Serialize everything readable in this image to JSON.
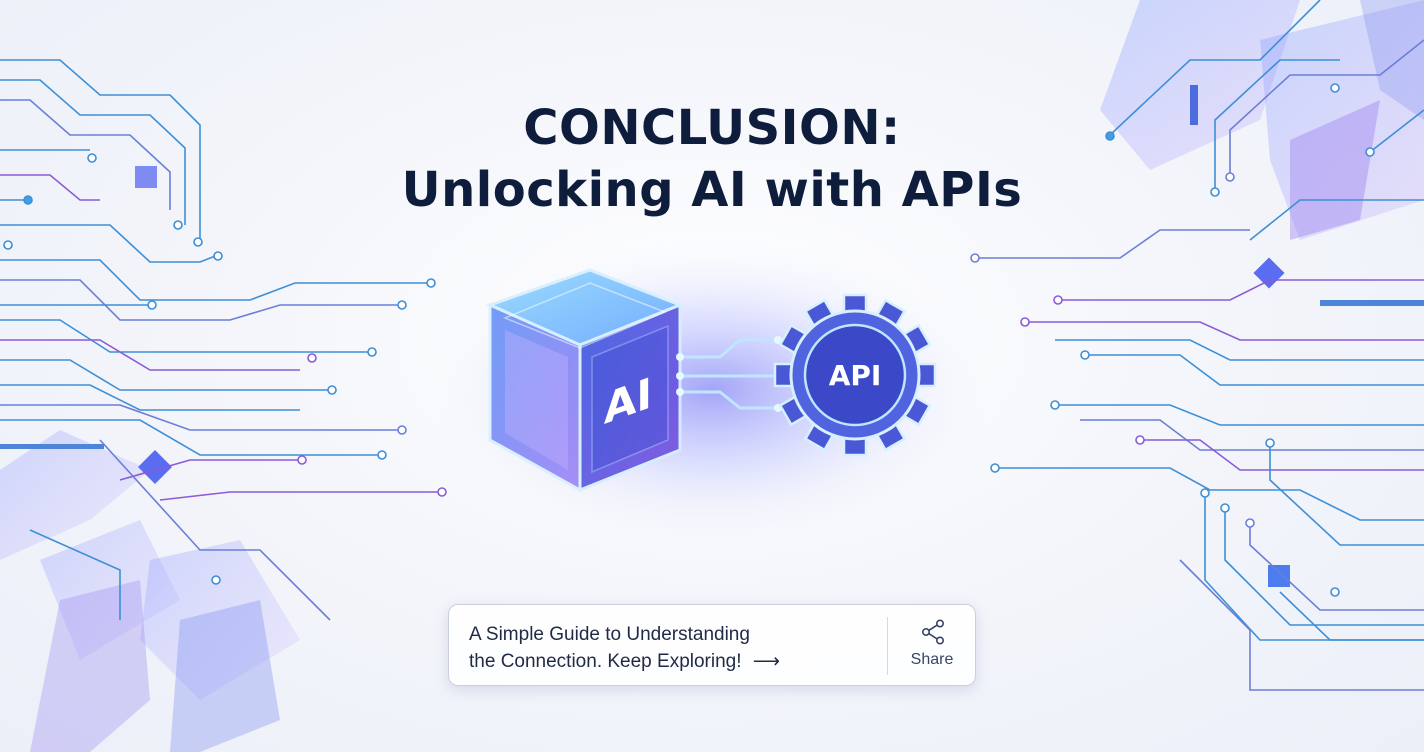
{
  "heading": {
    "line1": "CONCLUSION:",
    "line2": "Unlocking AI with APIs"
  },
  "illustration": {
    "cube_label": "AI",
    "gear_label": "API"
  },
  "card": {
    "text_line1": "A Simple Guide to Understanding",
    "text_line2": "the Connection. Keep Exploring!",
    "arrow": "⟶",
    "share_label": "Share",
    "share_icon": "share-icon"
  },
  "colors": {
    "title": "#0f1d3d",
    "circuit_blue": "#3d8fd6",
    "circuit_purple": "#8a5bd6",
    "glow": "#6a7cff"
  }
}
